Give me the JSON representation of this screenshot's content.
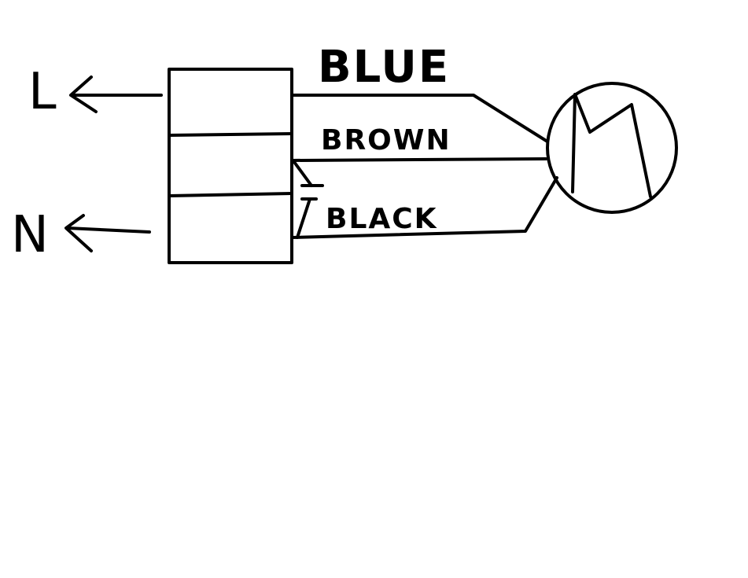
{
  "terminals": {
    "live": "L",
    "neutral": "N"
  },
  "wires": {
    "blue": "BLUE",
    "brown": "BROWN",
    "black": "BLACK"
  },
  "motor": {
    "symbol": "M"
  },
  "colors": {
    "ink": "#000000",
    "background": "#ffffff"
  }
}
